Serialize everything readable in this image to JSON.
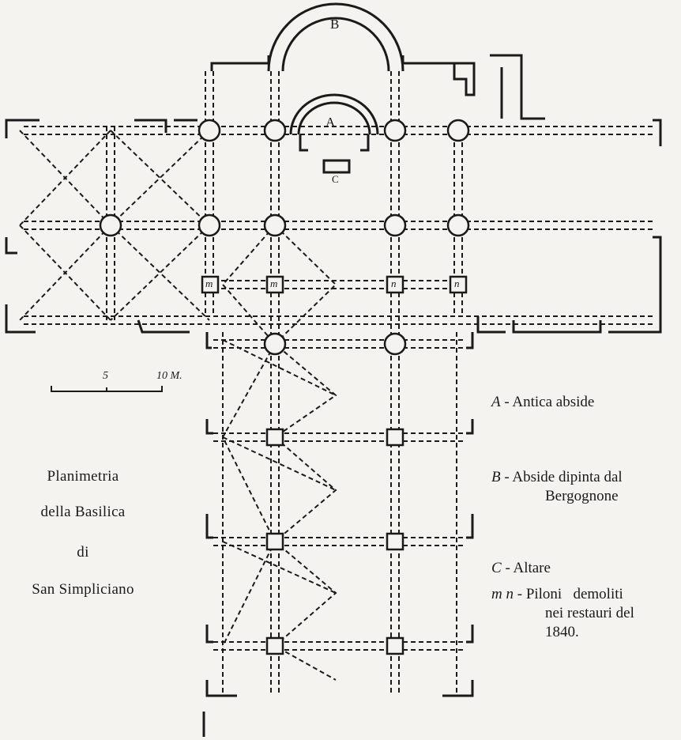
{
  "caption": {
    "line1": "Planimetria",
    "line2": "della Basilica",
    "line3": "di",
    "line4": "San Simpliciano"
  },
  "scale_bar": {
    "mid_label": "5",
    "end_label": "10 M."
  },
  "plan_labels": {
    "apse_b": "B",
    "apse_a": "A",
    "altar_c": "C",
    "pier_m1": "m",
    "pier_m2": "m",
    "pier_n1": "n",
    "pier_n2": "n"
  },
  "legend": [
    {
      "key": "A",
      "sep": " - ",
      "text": "Antica abside"
    },
    {
      "key": "B",
      "sep": " - ",
      "text": "Abside dipinta dal",
      "cont": "Bergognone"
    },
    {
      "key": "C",
      "sep": " - ",
      "text": "Altare"
    },
    {
      "key": "m n",
      "sep": " - ",
      "text": "Piloni   demoliti",
      "cont": "nei restauri del",
      "cont2": "1840."
    }
  ]
}
